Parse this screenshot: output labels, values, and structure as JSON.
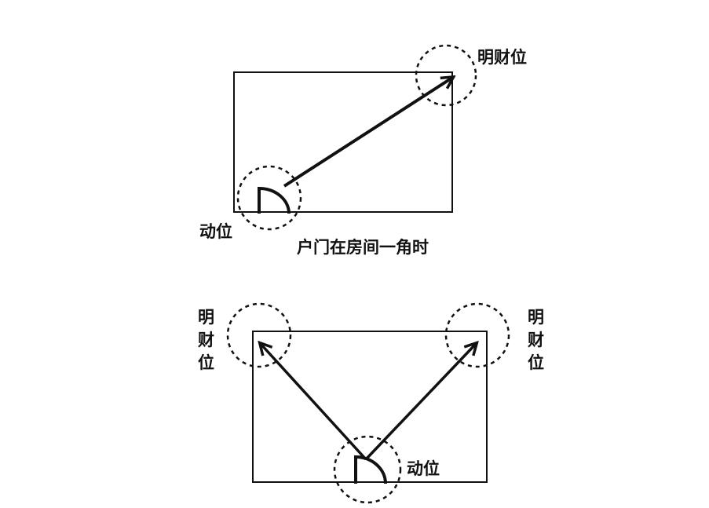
{
  "diagram_top": {
    "wealth_label": "明财位",
    "door_label": "动位",
    "caption": "户门在房间一角时"
  },
  "diagram_bottom": {
    "wealth_label_left": [
      "明",
      "财",
      "位"
    ],
    "wealth_label_right": [
      "明",
      "财",
      "位"
    ],
    "door_label": "动位"
  },
  "colors": {
    "ink": "#111111",
    "background": "#ffffff"
  }
}
